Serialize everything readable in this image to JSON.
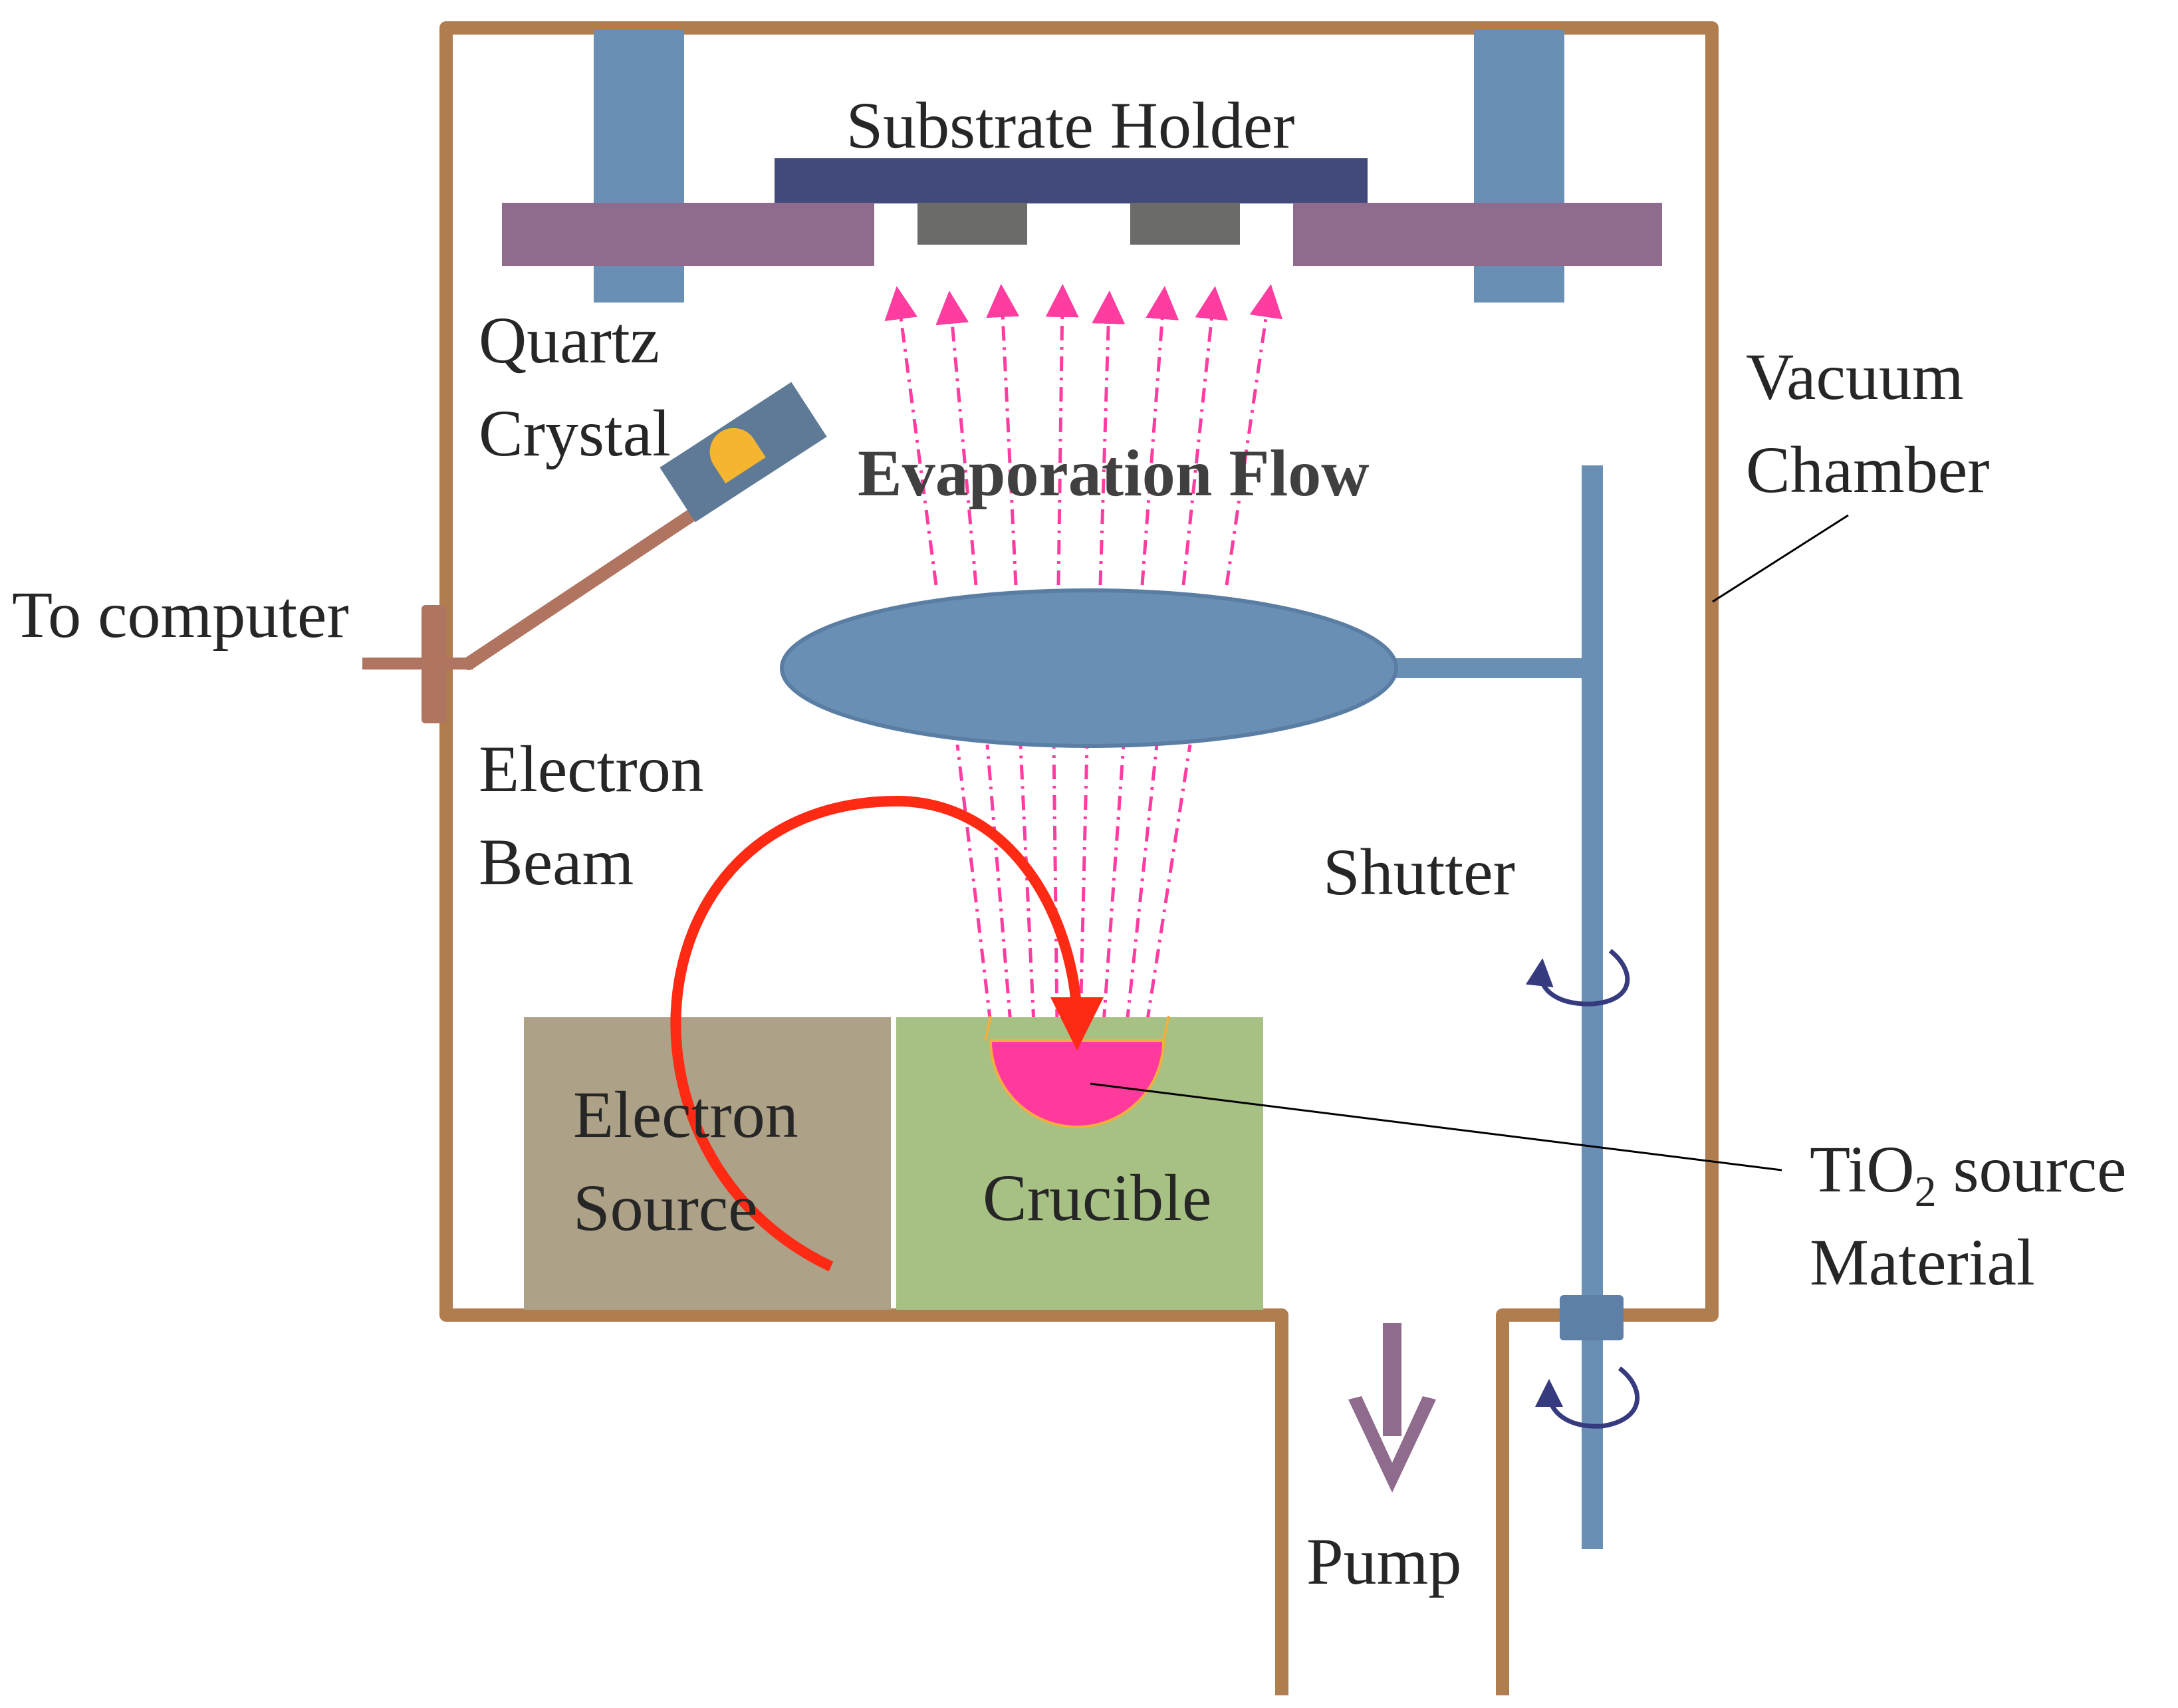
{
  "labels": {
    "substrate_holder": "Substrate Holder",
    "quartz_line1": "Quartz",
    "quartz_line2": "Crystal",
    "to_computer": "To computer",
    "evaporation_flow": "Evaporation Flow",
    "vacuum_line1": "Vacuum",
    "vacuum_line2": "Chamber",
    "electron_beam_line1": "Electron",
    "electron_beam_line2": "Beam",
    "shutter": "Shutter",
    "electron_source_line1": "Electron",
    "electron_source_line2": "Source",
    "crucible": "Crucible",
    "tio2_ti": "TiO",
    "tio2_sub": "2",
    "tio2_rest": " source",
    "material": "Material",
    "pump": "Pump"
  },
  "colors": {
    "chamber_wall": "#b07d4f",
    "post": "#6a8fb4",
    "holder_bar": "#424a7c",
    "clamp_bar": "#8f6b8e",
    "substrate_pad": "#6b6b69",
    "quartz_body": "#5e7a96",
    "quartz_crystal": "#f5b530",
    "feedthrough": "#b07560",
    "flow_arrow": "#ff3ca0",
    "shutter": "#6a8fb4",
    "electron_source": "#ada288",
    "crucible": "#a7c084",
    "tio2_melt": "#ff3a9c",
    "beam": "#ff2a14",
    "pump_arrow": "#8f6b8e",
    "rotation_arrow": "#363a7e",
    "leader_line": "#000000"
  }
}
